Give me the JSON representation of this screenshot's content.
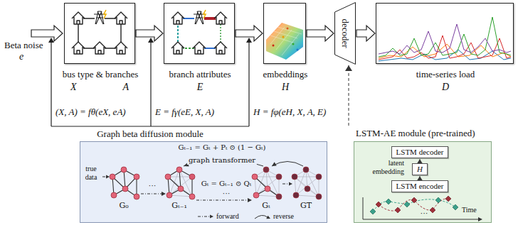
{
  "diagram": {
    "nodes": [
      {
        "text": [
          "bus type & branches",
          "X",
          "A"
        ]
      },
      {
        "text": [
          "branch attributes",
          "E"
        ]
      },
      {
        "text": [
          "embeddings",
          "H"
        ]
      },
      {
        "text": [
          "decoder"
        ]
      },
      {
        "text": [
          "time-series load",
          "D"
        ]
      },
      {
        "text": [
          "Gₜ₋₁ = Gₜ + Pₜ ⊙ (1 − Gₜ)",
          "graph transformer",
          "true data",
          "Gₜ = Gₜ₋₁ ⊙ Qₜ",
          "G₀",
          "···",
          "Gₜ₋₁",
          "···",
          "Gₜ",
          "GT"
        ]
      },
      {
        "text": [
          "LSTM-AE module (pre-trained)",
          "latent embedding",
          "Time",
          "···"
        ]
      },
      {
        "text": [
          "LSTM decoder"
        ],
        "in": 6
      },
      {
        "text": [
          "H"
        ],
        "in": 6
      },
      {
        "text": [
          "LSTM encoder"
        ],
        "in": 6
      }
    ],
    "edges": [
      {
        "from": 0,
        "to": 1,
        "arrow": "to"
      },
      {
        "from": 1,
        "to": 2,
        "arrow": "to"
      },
      {
        "from": 2,
        "to": 3,
        "arrow": "to"
      },
      {
        "from": 3,
        "to": 4,
        "arrow": "to"
      },
      {
        "from": 9,
        "to": 8,
        "arrow": "to"
      },
      {
        "from": 8,
        "to": 7,
        "arrow": "to"
      },
      {
        "from": 6,
        "to": 3,
        "arrow": "to"
      }
    ],
    "labels": [
      "Beta noise",
      "e",
      "(X, A) = fθ(eX, eA)",
      "E = fγ(eE, X, A)",
      "H = fφ(eH, X, A, E)",
      "Graph beta diffusion module"
    ],
    "legend": [
      {
        "text": "forward"
      },
      {
        "text": "reverse"
      }
    ]
  }
}
